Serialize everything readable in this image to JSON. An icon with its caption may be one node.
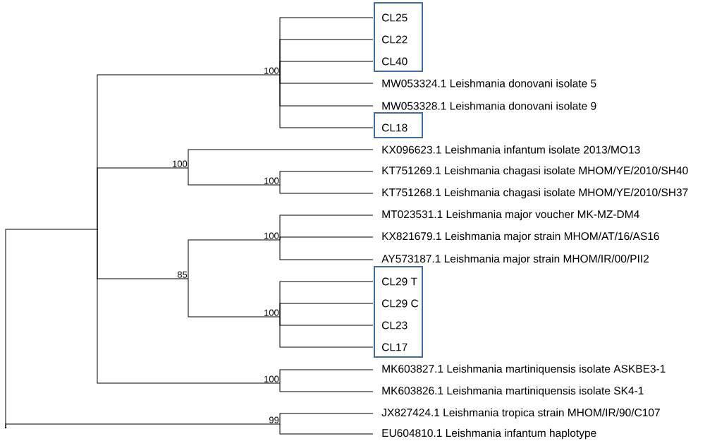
{
  "diagram": {
    "nodes": [
      {
        "text": [],
        "shape": "point"
      },
      {
        "text": [],
        "shape": "point"
      },
      {
        "text": [
          "100"
        ]
      },
      {
        "text": [],
        "shape": "box"
      },
      {
        "text": [
          "CL25"
        ],
        "in": 3
      },
      {
        "text": [
          "CL22"
        ],
        "in": 3
      },
      {
        "text": [
          "CL40"
        ],
        "in": 3
      },
      {
        "text": [
          "MW053324.1 Leishmania donovani isolate 5"
        ]
      },
      {
        "text": [
          "MW053328.1 Leishmania donovani isolate 9"
        ]
      },
      {
        "text": [],
        "shape": "box"
      },
      {
        "text": [
          "CL18"
        ],
        "in": 9
      },
      {
        "text": [
          "100"
        ]
      },
      {
        "text": [
          "KX096623.1 Leishmania infantum isolate 2013/MO13"
        ]
      },
      {
        "text": [
          "100"
        ]
      },
      {
        "text": [
          "KT751269.1 Leishmania chagasi isolate MHOM/YE/2010/SH40"
        ]
      },
      {
        "text": [
          "KT751268.1 Leishmania chagasi isolate MHOM/YE/2010/SH37"
        ]
      },
      {
        "text": [
          "85"
        ]
      },
      {
        "text": [
          "100"
        ]
      },
      {
        "text": [
          "MT023531.1 Leishmania major voucher MK-MZ-DM4"
        ]
      },
      {
        "text": [
          "KX821679.1 Leishmania major strain MHOM/AT/16/AS16"
        ]
      },
      {
        "text": [
          "AY573187.1 Leishmania major strain MHOM/IR/00/PII2"
        ]
      },
      {
        "text": [
          "100"
        ]
      },
      {
        "text": [],
        "shape": "box"
      },
      {
        "text": [
          "CL29 T"
        ],
        "in": 22
      },
      {
        "text": [
          "CL29 C"
        ],
        "in": 22
      },
      {
        "text": [
          "CL23"
        ],
        "in": 22
      },
      {
        "text": [
          "CL17"
        ],
        "in": 22
      },
      {
        "text": [
          "100"
        ]
      },
      {
        "text": [
          "MK603827.1 Leishmania martiniquensis isolate ASKBE3-1"
        ]
      },
      {
        "text": [
          "MK603826.1 Leishmania martiniquensis isolate SK4-1"
        ]
      },
      {
        "text": [
          "99"
        ]
      },
      {
        "text": [
          "JX827424.1 Leishmania tropica strain MHOM/IR/90/C107"
        ]
      },
      {
        "text": [
          "EU604810.1 Leishmania infantum haplotype"
        ]
      }
    ],
    "edges": [
      {
        "from": 0,
        "to": 1,
        "arrow": "none"
      },
      {
        "from": 0,
        "to": 30,
        "arrow": "none"
      },
      {
        "from": 1,
        "to": 2,
        "arrow": "none"
      },
      {
        "from": 1,
        "to": 11,
        "arrow": "none"
      },
      {
        "from": 1,
        "to": 16,
        "arrow": "none"
      },
      {
        "from": 1,
        "to": 27,
        "arrow": "none"
      },
      {
        "from": 2,
        "to": 4,
        "arrow": "none"
      },
      {
        "from": 2,
        "to": 5,
        "arrow": "none"
      },
      {
        "from": 2,
        "to": 6,
        "arrow": "none"
      },
      {
        "from": 2,
        "to": 7,
        "arrow": "none"
      },
      {
        "from": 2,
        "to": 8,
        "arrow": "none"
      },
      {
        "from": 2,
        "to": 10,
        "arrow": "none"
      },
      {
        "from": 11,
        "to": 12,
        "arrow": "none"
      },
      {
        "from": 11,
        "to": 13,
        "arrow": "none"
      },
      {
        "from": 13,
        "to": 14,
        "arrow": "none"
      },
      {
        "from": 13,
        "to": 15,
        "arrow": "none"
      },
      {
        "from": 16,
        "to": 17,
        "arrow": "none"
      },
      {
        "from": 16,
        "to": 21,
        "arrow": "none"
      },
      {
        "from": 17,
        "to": 18,
        "arrow": "none"
      },
      {
        "from": 17,
        "to": 19,
        "arrow": "none"
      },
      {
        "from": 17,
        "to": 20,
        "arrow": "none"
      },
      {
        "from": 21,
        "to": 23,
        "arrow": "none"
      },
      {
        "from": 21,
        "to": 24,
        "arrow": "none"
      },
      {
        "from": 21,
        "to": 25,
        "arrow": "none"
      },
      {
        "from": 21,
        "to": 26,
        "arrow": "none"
      },
      {
        "from": 27,
        "to": 28,
        "arrow": "none"
      },
      {
        "from": 27,
        "to": 29,
        "arrow": "none"
      },
      {
        "from": 30,
        "to": 31,
        "arrow": "none"
      },
      {
        "from": 30,
        "to": 32,
        "arrow": "none"
      }
    ]
  }
}
